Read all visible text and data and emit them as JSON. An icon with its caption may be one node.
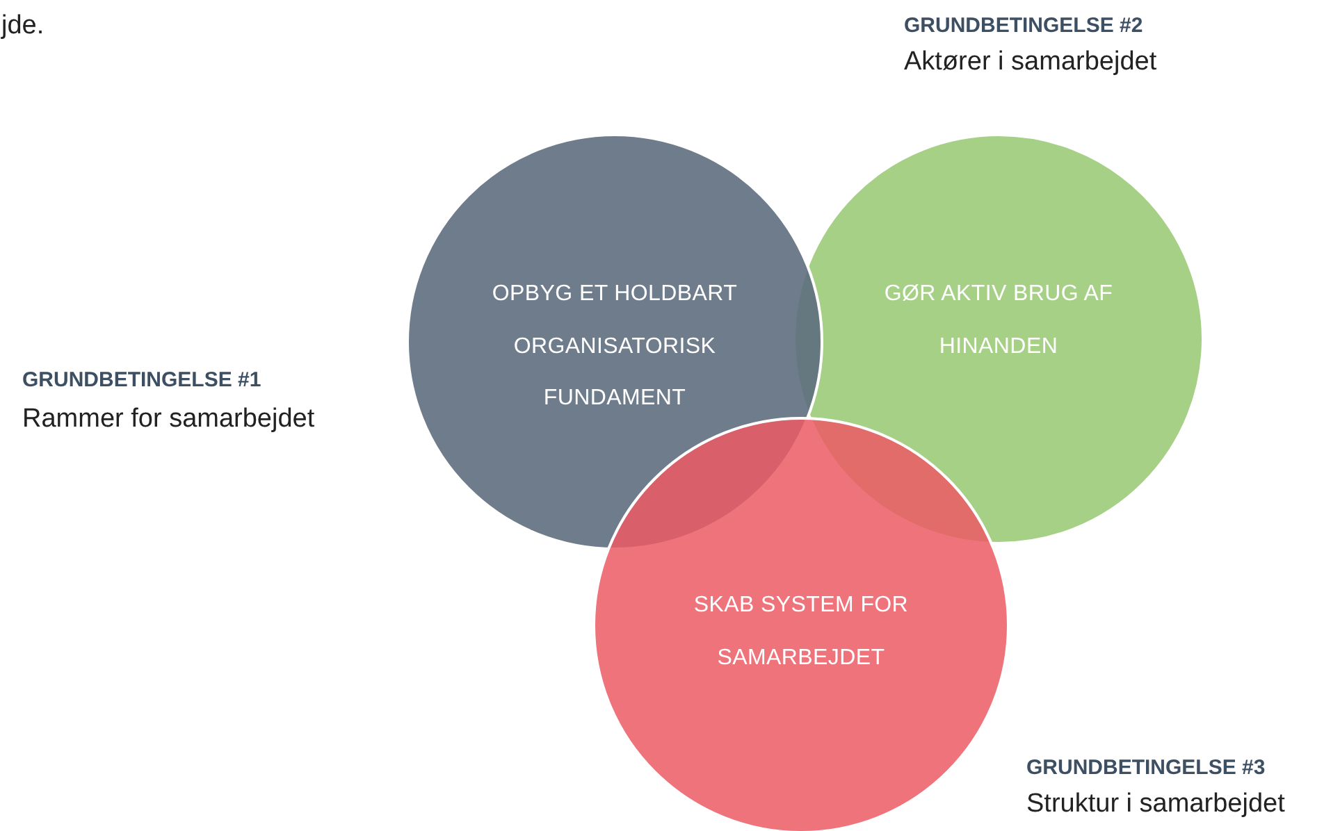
{
  "diagram": {
    "nodes": [
      {
        "text": [
          "OPBYG ET HOLDBART ORGANISATORISK FUNDAMENT"
        ]
      },
      {
        "text": [
          "GØR AKTIV BRUG AF HINANDEN"
        ]
      },
      {
        "text": [
          "SKAB SYSTEM FOR SAMARBEJDET"
        ]
      }
    ],
    "labels": [
      "jde.",
      "GRUNDBETINGELSE #2",
      "Aktører i samarbejdet",
      "GRUNDBETINGELSE #1",
      "Rammer for samarbejdet",
      "GRUNDBETINGELSE #3",
      "Struktur i samarbejdet"
    ]
  }
}
